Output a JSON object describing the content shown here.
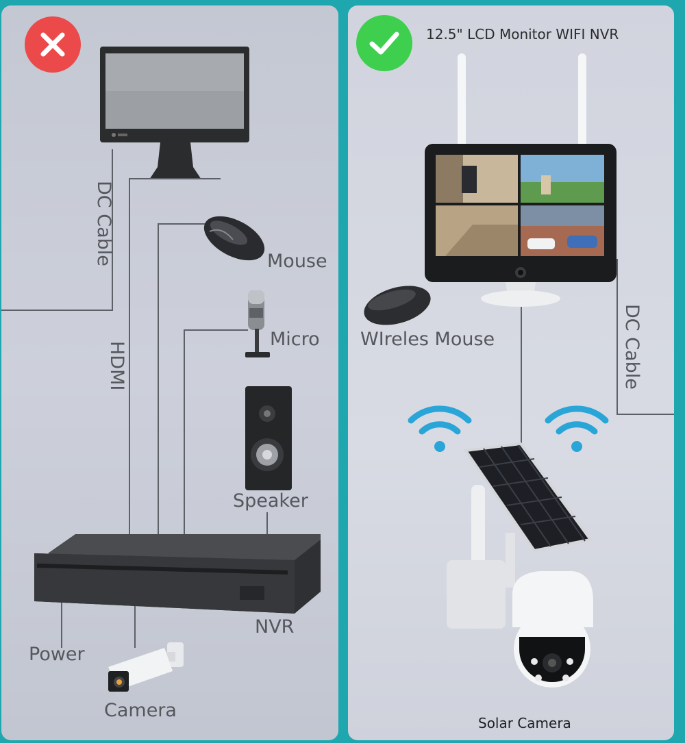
{
  "left": {
    "badge_icon": "x-icon",
    "labels": {
      "dc_cable": "DC Cable",
      "hdmi": "HDMI",
      "mouse": "Mouse",
      "micro": "Micro",
      "speaker": "Speaker",
      "nvr": "NVR",
      "power": "Power",
      "camera": "Camera"
    }
  },
  "right": {
    "badge_icon": "checkmark-icon",
    "title": "12.5\" LCD Monitor WIFI NVR",
    "labels": {
      "mouse": "WIreles Mouse",
      "dc_cable": "DC Cable",
      "solar_camera": "Solar Camera"
    }
  },
  "colors": {
    "background": "#1ea7ae",
    "bad": "#ec4a4a",
    "good": "#3ecf4f",
    "wifi": "#2aa5d8",
    "text": "#55575d"
  }
}
